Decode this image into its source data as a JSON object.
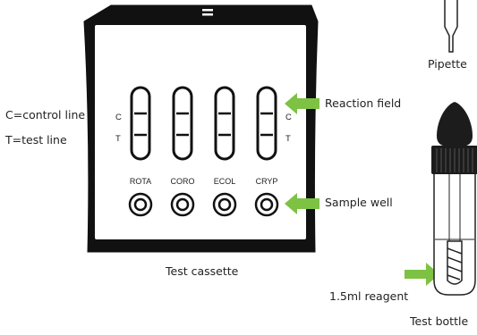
{
  "legend": {
    "control": "C=control line",
    "test": "T=test line"
  },
  "cassette": {
    "label": "Test cassette",
    "control_letter": "C",
    "test_letter": "T",
    "wells": [
      "ROTA",
      "CORO",
      "ECOL",
      "CRYP"
    ]
  },
  "callouts": {
    "reaction_field": "Reaction field",
    "sample_well": "Sample well",
    "reagent": "1.5ml reagent"
  },
  "pipette": {
    "label": "Pipette"
  },
  "bottle": {
    "label": "Test bottle"
  },
  "colors": {
    "arrow": "#7dc243",
    "outline": "#111111",
    "cap": "#1c1c1c"
  }
}
